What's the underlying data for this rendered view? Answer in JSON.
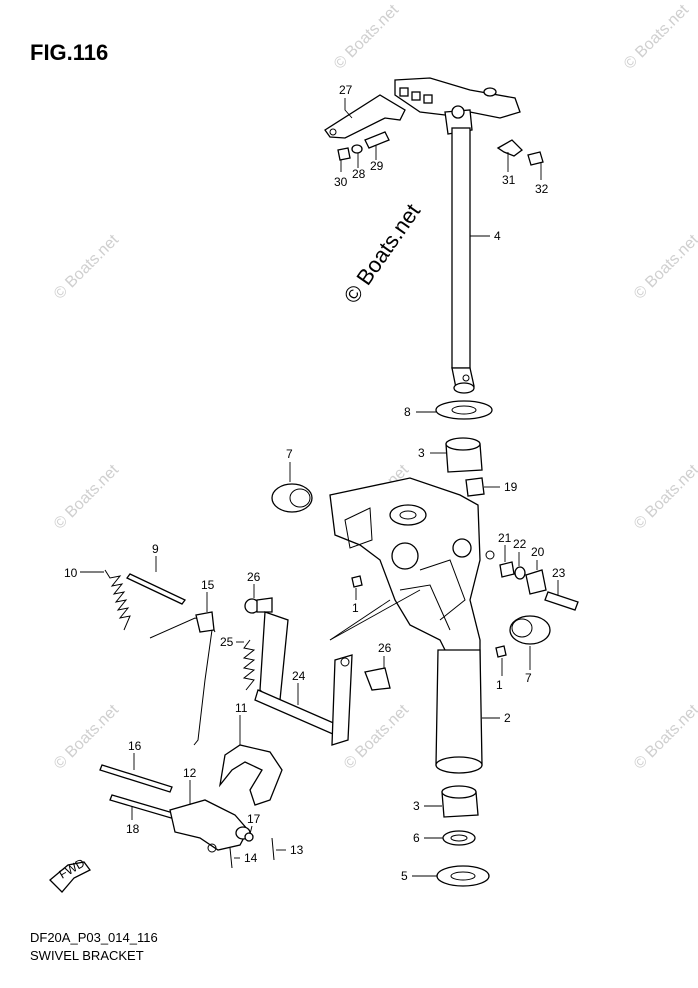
{
  "figure": {
    "title": "FIG.116",
    "model_code": "DF20A_P03_014_116",
    "name": "SWIVEL BRACKET"
  },
  "watermark": {
    "main": "© Boats.net",
    "repeat": "© Boats.net"
  },
  "fwd_label": "FWD",
  "callouts": [
    "27",
    "29",
    "28",
    "30",
    "31",
    "32",
    "4",
    "8",
    "3",
    "19",
    "7",
    "21",
    "22",
    "20",
    "23",
    "10",
    "9",
    "15",
    "26",
    "1",
    "25",
    "24",
    "26",
    "1",
    "7",
    "2",
    "11",
    "16",
    "12",
    "17",
    "14",
    "13",
    "18",
    "3",
    "6",
    "5"
  ]
}
